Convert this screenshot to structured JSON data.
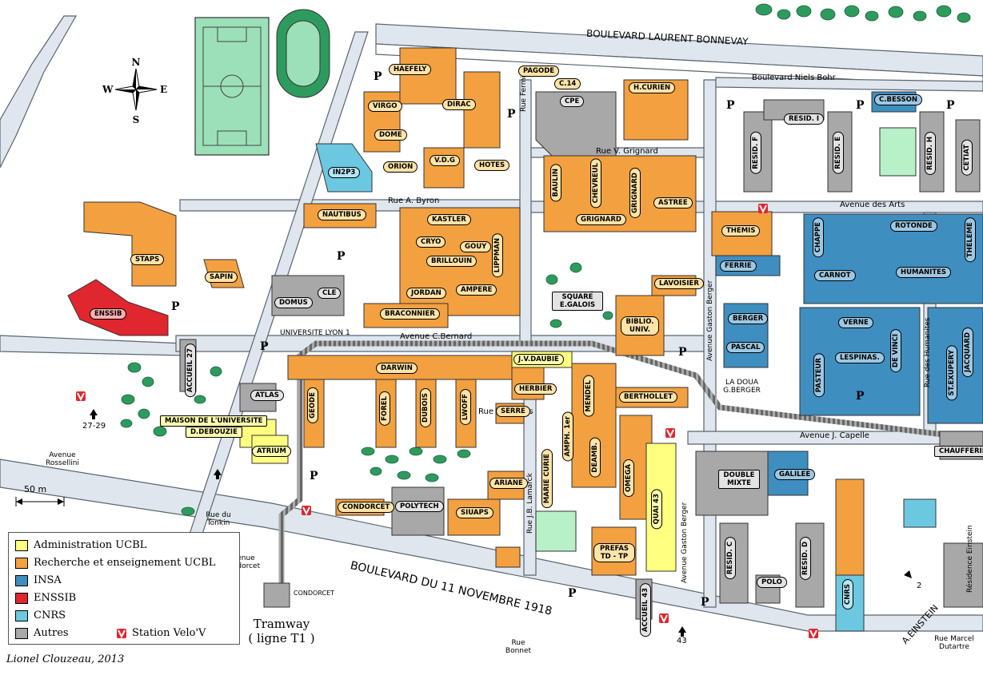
{
  "colors": {
    "admin": "#ffff80",
    "recherche": "#f3a040",
    "insa": "#3f8ec0",
    "enssib": "#e0262e",
    "cnrs": "#6cc8e0",
    "autres": "#a8a8a8",
    "road": "#dfe6ed",
    "green": "#2e9b5e",
    "field": "#9be0b8"
  },
  "compass": {
    "n": "N",
    "s": "S",
    "e": "E",
    "w": "W"
  },
  "roads": {
    "bd_bonnevay": "BOULEVARD    LAURENT    BONNEVAY",
    "bd_niels_bohr": "Boulevard   Niels   Bohr",
    "rue_fermi": "Rue Fermi",
    "rue_grignard": "Rue V. Grignard",
    "rue_byron": "Rue A. Byron",
    "avenue_arts": "Avenue des Arts",
    "avenue_bernard": "Avenue C.Bernard",
    "universite": "UNIVERSITE  LYON 1",
    "rue_rubois": "Rue R. Rubois",
    "rue_lamarck": "Rue J.B. Lamarck",
    "avenue_gaston_berger": "Avenue   Gaston   Berger",
    "avenue_gaston_berger_2": "Avenue Gaston Berger",
    "avenue_capelle": "Avenue J. Capelle",
    "rue_humanites": "Rue des Humanites",
    "bd_11_novembre": "BOULEVARD  DU  11  NOVEMBRE    1918",
    "avenue_einstein": "A.EINSTEIN",
    "residence_einstein": "Résidence Einstein",
    "rue_marcel_dutartre": "Rue Marcel Dutartre",
    "rue_bonnet": "Rue Bonnet",
    "rue_tonkin": "Rue du Tonkin",
    "avenue_condorcet": "Avenue Condorcet",
    "avenue_rossellini": "Avenue Rossellini",
    "la_doua": "LA DOUA G.BERGER",
    "condorcet_stop": "CONDORCET",
    "num_27_29": "27-29",
    "num_43": "43",
    "num_2": "2",
    "scale": "50 m"
  },
  "parking_label": "P",
  "buildings": {
    "haefely": "HAEFELY",
    "virgo": "VIRGO",
    "dirac": "DIRAC",
    "dome": "DOME",
    "pagode": "PAGODE",
    "c14": "C.14",
    "cpe": "CPE",
    "hcurien": "H.CURIEN",
    "in2p3": "IN2P3",
    "orion": "ORION",
    "vdg": "V.D.G",
    "hotes": "HOTES",
    "baulin": "BAULIN",
    "chevreul": "CHEVREUL",
    "grignard": "GRIGNARD",
    "grignard2": "GRIGNARD",
    "astree": "ASTREE",
    "cbesson": "C.BESSON",
    "resid_i": "RESID. I",
    "resid_f": "RESID. F",
    "resid_e": "RESID. E",
    "resid_h": "RESID. H",
    "cetiat": "CETIAT",
    "staps": "STAPS",
    "sapin": "SAPIN",
    "nautibus": "NAUTIBUS",
    "kastler": "KASTLER",
    "cryo": "CRYO",
    "gouy": "GOUY",
    "brillouin": "BRILLOUIN",
    "lippman": "LIPPMAN",
    "domus": "DOMUS",
    "cle": "CLE",
    "jordan": "JORDAN",
    "ampere": "AMPERE",
    "braconnier": "BRACONNIER",
    "square": "SQUARE E.GALOIS",
    "biblio": "BIBLIO. UNIV.",
    "lavoisier": "LAVOISIER",
    "themis": "THEMIS",
    "chappe": "CHAPPE",
    "rotonde": "ROTONDE",
    "theleme": "THELEME",
    "ferrie": "FERRIE",
    "carnot": "CARNOT",
    "humanites": "HUMANITES",
    "berger": "BERGER",
    "pascal": "PASCAL",
    "verne": "VERNE",
    "lespinas": "LESPINAS.",
    "devinci": "DE VINCI",
    "jacquard": "JACQUARD",
    "stexupery": "ST.EXUPERY",
    "pasteur": "PASTEUR",
    "enssib": "ENSSIB",
    "accueil27": "ACCUEIL 27",
    "darwin": "DARWIN",
    "jvdaubie": "J.V.DAUBIE",
    "herbier": "HERBIER",
    "berthollet": "BERTHOLLET",
    "atlas": "ATLAS",
    "maison": "MAISON DE L'UNIVERSITE",
    "debouzie": "D.DEBOUZIE",
    "atrium": "ATRIUM",
    "geode": "GEODE",
    "forel": "FOREL",
    "dubois": "DUBOIS",
    "lwoff": "LWOFF",
    "serre": "SERRE",
    "mendel": "MENDEL",
    "amph": "AMPH. 1er",
    "deambu": "DEAMB.",
    "mariecurie": "MARIE CURIE",
    "omega": "OMEGA",
    "quai43": "QUAI 43",
    "ariane": "ARIANE",
    "condorcet": "CONDORCET",
    "polytech": "POLYTECH",
    "siuaps": "SIUAPS",
    "prefas": "PREFAS TD - TP",
    "doublemixte": "DOUBLE MIXTE",
    "galilee": "GALILEE",
    "chaufferie": "CHAUFFERIE",
    "resid_c": "RESID. C",
    "resid_d": "RESID. D",
    "polo": "POLO",
    "cnrs": "CNRS",
    "accueil43": "ACCUEIL 43"
  },
  "legend": {
    "items": [
      {
        "label": "Administration UCBL",
        "color": "#ffff80"
      },
      {
        "label": "Recherche et enseignement UCBL",
        "color": "#f3a040"
      },
      {
        "label": "INSA",
        "color": "#3f8ec0"
      },
      {
        "label": "ENSSIB",
        "color": "#e0262e"
      },
      {
        "label": "CNRS",
        "color": "#6cc8e0"
      },
      {
        "label": "Autres",
        "color": "#a8a8a8"
      }
    ],
    "velov_label": "Station Velo'V"
  },
  "tramway": {
    "line1": "Tramway",
    "line2": "( ligne T1 )"
  },
  "credit": "Lionel Clouzeau, 2013"
}
